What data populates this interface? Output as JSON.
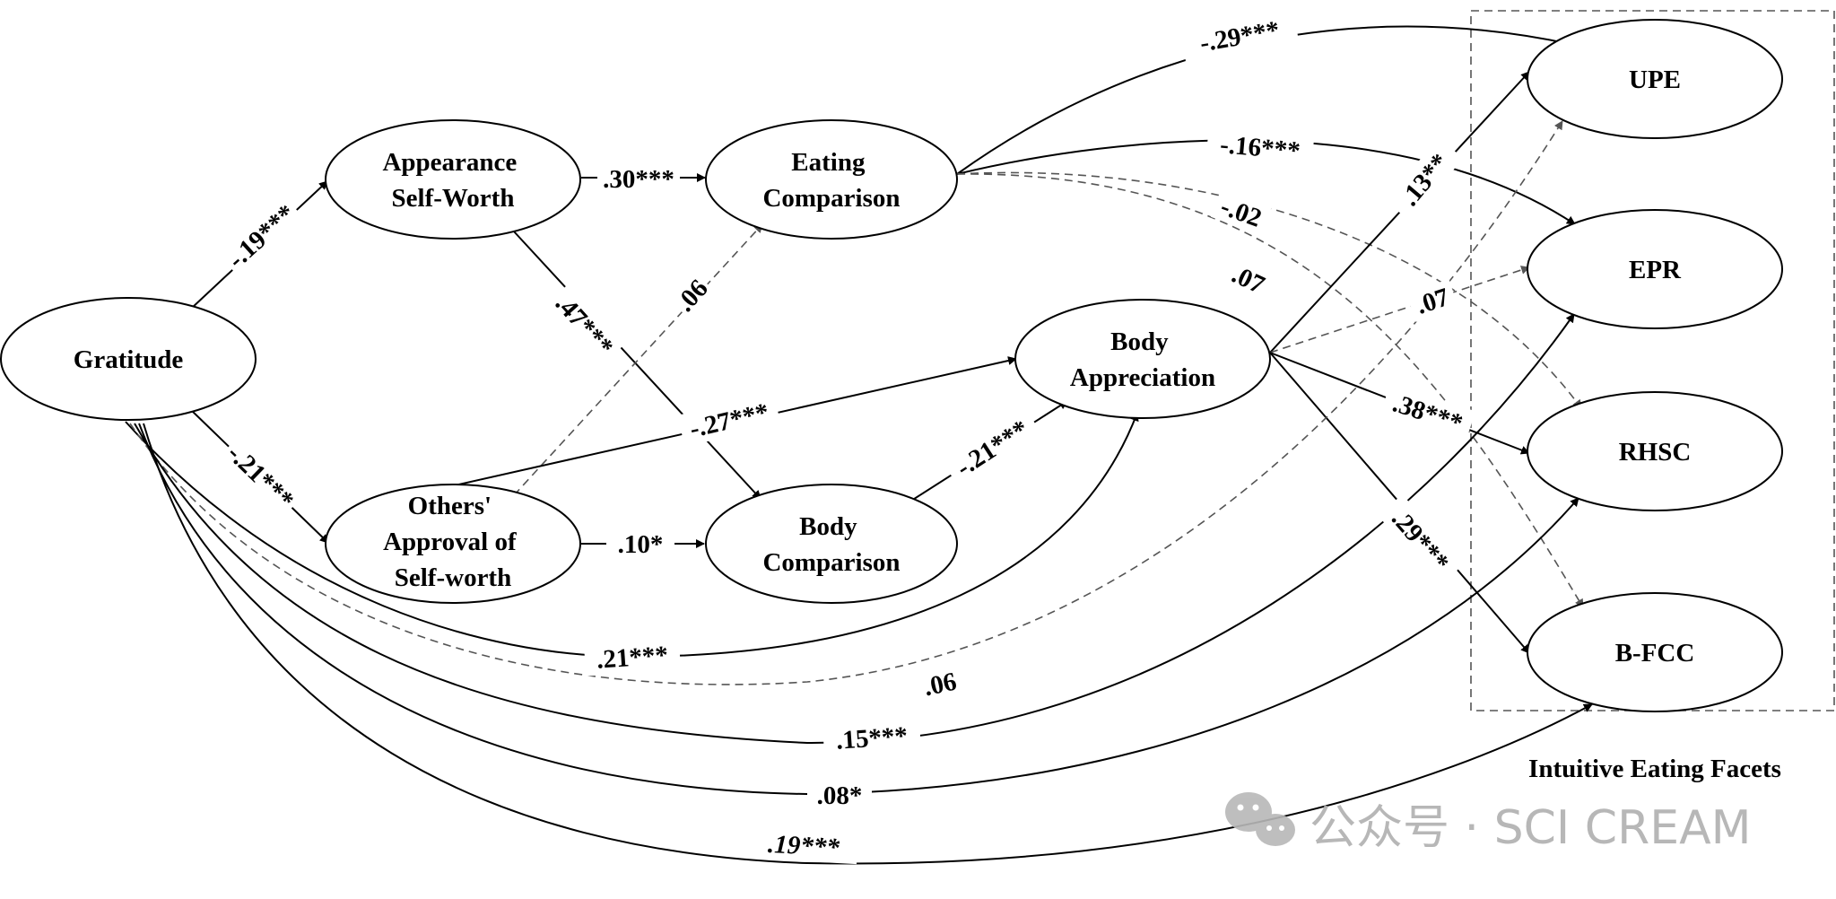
{
  "nodes": {
    "gratitude": {
      "lines": [
        "Gratitude"
      ]
    },
    "appearance": {
      "lines": [
        "Appearance",
        "Self-Worth"
      ]
    },
    "others": {
      "lines": [
        "Others'",
        "Approval of",
        "Self-worth"
      ]
    },
    "eating": {
      "lines": [
        "Eating",
        "Comparison"
      ]
    },
    "body_comp": {
      "lines": [
        "Body",
        "Comparison"
      ]
    },
    "body_app": {
      "lines": [
        "Body",
        "Appreciation"
      ]
    },
    "upe": {
      "lines": [
        "UPE"
      ]
    },
    "epr": {
      "lines": [
        "EPR"
      ]
    },
    "rhsc": {
      "lines": [
        "RHSC"
      ]
    },
    "bfcc": {
      "lines": [
        "B-FCC"
      ]
    }
  },
  "edges": {
    "grat_app": {
      "label": "-.19***",
      "significant": true
    },
    "grat_oth": {
      "label": "-.21***",
      "significant": true
    },
    "app_eat": {
      "label": ".30***",
      "significant": true
    },
    "app_bcomp": {
      "label": ".47***",
      "significant": true
    },
    "oth_eat": {
      "label": ".06",
      "significant": false
    },
    "oth_bapp": {
      "label": "-.27***",
      "significant": true
    },
    "oth_bcomp": {
      "label": ".10*",
      "significant": true
    },
    "bcomp_bapp": {
      "label": "-.21***",
      "significant": true
    },
    "eat_upe": {
      "label": "-.29***",
      "significant": true
    },
    "eat_epr": {
      "label": "-.16***",
      "significant": true
    },
    "eat_rhsc": {
      "label": "-.02",
      "significant": false
    },
    "eat_bfcc": {
      "label": ".07",
      "significant": false
    },
    "bapp_upe": {
      "label": ".13**",
      "significant": true
    },
    "bapp_epr": {
      "label": ".07",
      "significant": false
    },
    "bapp_rhsc": {
      "label": ".38***",
      "significant": true
    },
    "bapp_bfcc": {
      "label": ".29***",
      "significant": true
    },
    "grat_bapp": {
      "label": ".21***",
      "significant": true
    },
    "grat_upe": {
      "label": ".06",
      "significant": false
    },
    "grat_epr": {
      "label": ".15***",
      "significant": true
    },
    "grat_rhsc": {
      "label": ".08*",
      "significant": true
    },
    "grat_bfcc": {
      "label": ".19***",
      "significant": true
    }
  },
  "group": {
    "label": "Intuitive Eating Facets"
  },
  "watermark": {
    "text": "公众号 · SCI CREAM",
    "icon": "wechat-icon",
    "color": "#b0b0b0"
  }
}
